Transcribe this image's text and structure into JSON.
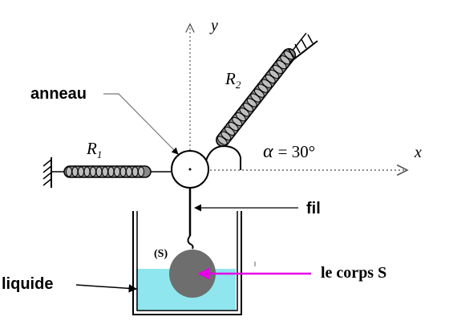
{
  "labels": {
    "axis_y": "y",
    "axis_x": "x",
    "ring": "anneau",
    "spring1_main": "R",
    "spring1_sub": "1",
    "spring2_main": "R",
    "spring2_sub": "2",
    "angle_symbol": "α",
    "angle_value": "= 30°",
    "thread": "fil",
    "body_tag": "(S)",
    "body": "le corps S",
    "liquid": "liquide"
  },
  "colors": {
    "liquid": "#8fe6ee",
    "body": "#6e6e6e",
    "body_arrow": "#e600e6",
    "line": "#000000",
    "axis": "#555555"
  },
  "angle_deg": 30
}
